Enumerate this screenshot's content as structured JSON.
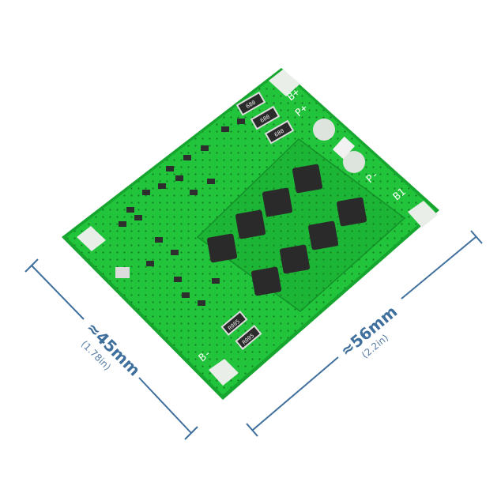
{
  "dimensions": {
    "width": {
      "metric": "≈45mm",
      "imperial": "(1.78in)"
    },
    "length": {
      "metric": "≈56mm",
      "imperial": "(2.2in)"
    }
  },
  "board_labels": {
    "b_plus": "B+",
    "p_plus": "P+",
    "p_minus": "P-",
    "b1": "B1",
    "b_minus": "B-"
  },
  "component_markings": {
    "resistor_top": "680",
    "shunt_resistor": "R005"
  },
  "colors": {
    "board": "#1fc23a",
    "dimension_line": "#3f6f9c",
    "mosfet": "#2a2a2a",
    "pad": "#e9eee9"
  }
}
